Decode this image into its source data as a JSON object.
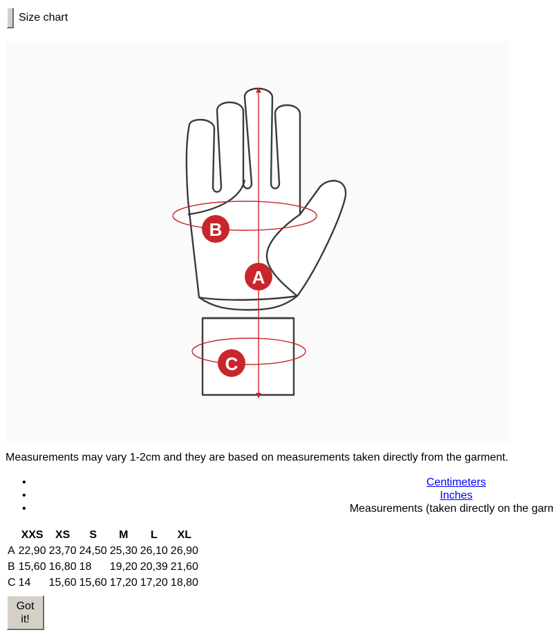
{
  "header": {
    "title": "Size chart"
  },
  "figure": {
    "markers": [
      "A",
      "B",
      "C"
    ],
    "accent_color": "#c8262c",
    "outline_color": "#3a3a3a"
  },
  "note": "Measurements may vary 1-2cm and they are based on measurements taken directly from the garment.",
  "units": [
    {
      "label": "Centimeters",
      "type": "link"
    },
    {
      "label": "Inches",
      "type": "link"
    },
    {
      "label": "Measurements (taken directly on the garme",
      "type": "text"
    }
  ],
  "table": {
    "headers": [
      "",
      "XXS",
      "XS",
      "S",
      "M",
      "L",
      "XL"
    ],
    "rows": [
      [
        "A",
        "22,90",
        "23,70",
        "24,50",
        "25,30",
        "26,10",
        "26,90"
      ],
      [
        "B",
        "15,60",
        "16,80",
        "18",
        "19,20",
        "20,39",
        "21,60"
      ],
      [
        "C",
        "14",
        "15,60",
        "15,60",
        "17,20",
        "17,20",
        "18,80"
      ]
    ]
  },
  "button": {
    "label_line1": "Got",
    "label_line2": "it!"
  }
}
